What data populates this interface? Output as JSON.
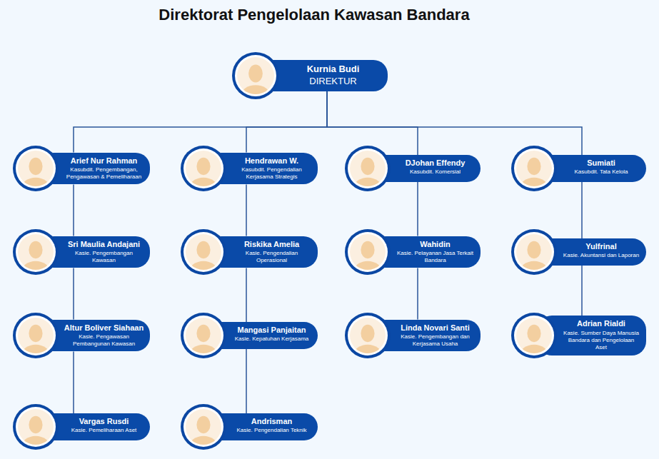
{
  "diagram": {
    "title": "Direktorat Pengelolaan Kawasan Bandara",
    "nodes": [
      {
        "text": [
          "Kurnia Budi",
          "DIREKTUR"
        ]
      },
      {
        "text": [
          "Arief Nur Rahman",
          "Kasubdit. Pengembangan, Pengawasan & Pemeliharaan"
        ]
      },
      {
        "text": [
          "Hendrawan W.",
          "Kasubdit. Pengendalian Kerjasama Strategis"
        ]
      },
      {
        "text": [
          "DJohan Effendy",
          "Kasubdit. Komersial"
        ]
      },
      {
        "text": [
          "Sumiati",
          "Kasubdit. Tata Kelola"
        ]
      },
      {
        "text": [
          "Sri Maulia Andajani",
          "Kasie. Pengembangan Kawasan"
        ]
      },
      {
        "text": [
          "Riskika Amelia",
          "Kasie. Pengendalian Operasional"
        ]
      },
      {
        "text": [
          "Wahidin",
          "Kasie. Pelayanan Jasa Terkait Bandara"
        ]
      },
      {
        "text": [
          "Yulfrinal",
          "Kasie. Akuntansi dan Laporan"
        ]
      },
      {
        "text": [
          "Altur Boliver Siahaan",
          "Kasie. Pengawasan Pembangunan Kawasan"
        ]
      },
      {
        "text": [
          "Mangasi Panjaitan",
          "Kasie. Kepatuhan Kerjasama"
        ]
      },
      {
        "text": [
          "Linda Novari Santi",
          "Kasie. Pengembangan dan Kerjasama Usaha"
        ]
      },
      {
        "text": [
          "Adrian Rialdi",
          "Kasie. Sumber Daya Manusia Bandara dan Pengelolaan Aset"
        ]
      },
      {
        "text": [
          "Vargas Rusdi",
          "Kasie. Pemeliharaan Aset"
        ]
      },
      {
        "text": [
          "Andrisman",
          "Kasie. Pengendalian Teknik"
        ]
      }
    ],
    "edges": [
      {
        "from": 0,
        "to": 1,
        "arrow": "none"
      },
      {
        "from": 0,
        "to": 2,
        "arrow": "none"
      },
      {
        "from": 0,
        "to": 3,
        "arrow": "none"
      },
      {
        "from": 0,
        "to": 4,
        "arrow": "none"
      },
      {
        "from": 1,
        "to": 5,
        "arrow": "none"
      },
      {
        "from": 5,
        "to": 9,
        "arrow": "none"
      },
      {
        "from": 9,
        "to": 13,
        "arrow": "none"
      },
      {
        "from": 2,
        "to": 6,
        "arrow": "none"
      },
      {
        "from": 6,
        "to": 10,
        "arrow": "none"
      },
      {
        "from": 10,
        "to": 14,
        "arrow": "none"
      },
      {
        "from": 3,
        "to": 7,
        "arrow": "none"
      },
      {
        "from": 7,
        "to": 11,
        "arrow": "none"
      },
      {
        "from": 4,
        "to": 8,
        "arrow": "none"
      },
      {
        "from": 8,
        "to": 12,
        "arrow": "none"
      }
    ]
  }
}
